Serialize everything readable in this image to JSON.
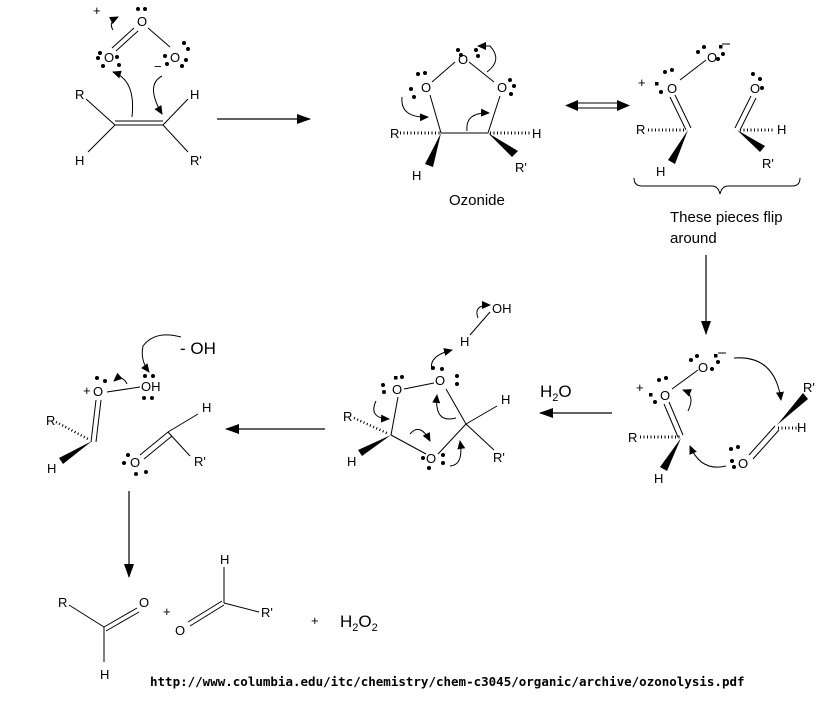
{
  "title": "Ozonolysis mechanism",
  "labels": {
    "ozonide": "Ozonide",
    "flip_note_line1": "These pieces flip",
    "flip_note_line2": "around",
    "water": "H",
    "water_sub": "2",
    "water_tail": "O",
    "hydroxide": "- OH",
    "plus": "+",
    "minus": "−",
    "peroxide_h": "H",
    "peroxide_sub1": "2",
    "peroxide_o": "O",
    "peroxide_sub2": "2",
    "source_url": "http://www.columbia.edu/itc/chemistry/chem-c3045/organic/archive/ozonolysis.pdf"
  },
  "atoms": {
    "R": "R",
    "R_prime": "R'",
    "H": "H",
    "O": "O",
    "OH": "OH"
  },
  "steps": [
    {
      "name": "ozone-alkene-cycloaddition",
      "arrow": "forward"
    },
    {
      "name": "ozonide-resonance",
      "arrow": "double-headed"
    },
    {
      "name": "fragment-flip",
      "arrow": "down"
    },
    {
      "name": "water-addition",
      "arrow": "left"
    },
    {
      "name": "hydroxide-attack",
      "arrow": "left"
    },
    {
      "name": "product-formation",
      "arrow": "down"
    }
  ],
  "products": [
    "R-CHO",
    "R'-CHO",
    "H2O2"
  ]
}
